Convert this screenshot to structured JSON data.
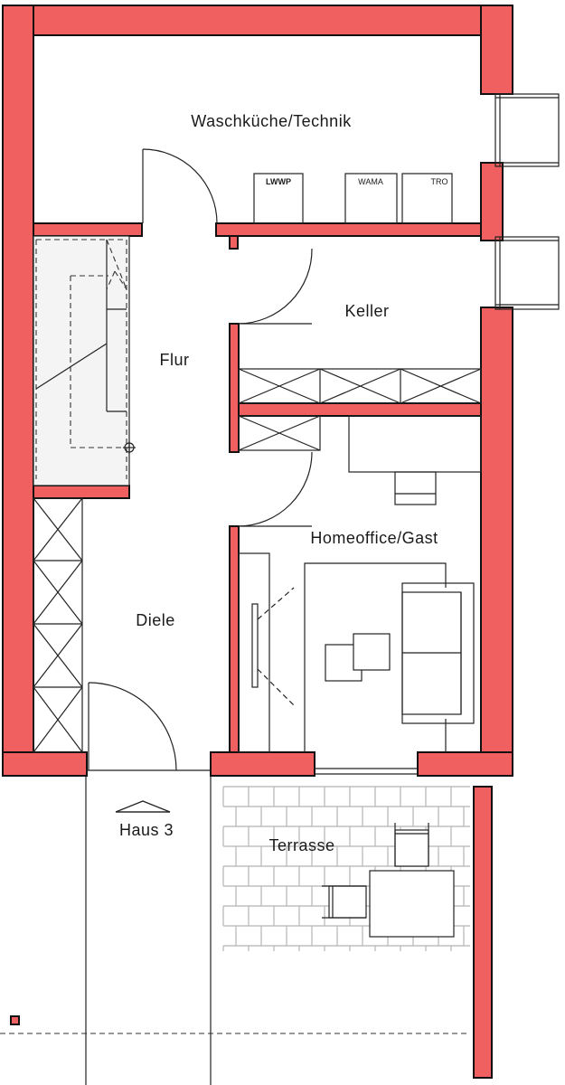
{
  "colors": {
    "wall": "#f06060",
    "outline": "#111111",
    "paving": "#bfbfbf"
  },
  "rooms": {
    "waschkueche": "Waschküche/Technik",
    "keller": "Keller",
    "flur": "Flur",
    "homeoffice": "Homeoffice/Gast",
    "diele": "Diele",
    "terrasse": "Terrasse"
  },
  "appliances": {
    "lwwp": "LWWP",
    "wama": "WAMA",
    "tro": "TRO"
  },
  "entrance": {
    "label": "Haus 3"
  }
}
